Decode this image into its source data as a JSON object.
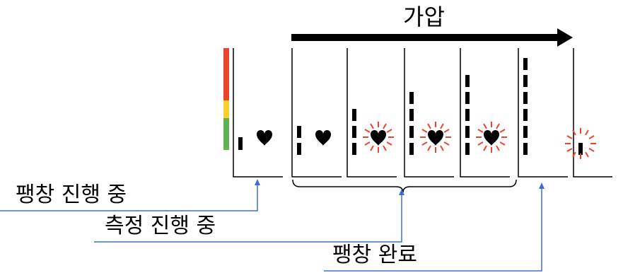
{
  "title": "가압",
  "labels": {
    "inflating": "팽창 진행 중",
    "measuring": "측정 진행 중",
    "inflated": "팽창 완료"
  },
  "colors": {
    "scale_red": "#e8452c",
    "scale_yellow": "#f7d22a",
    "scale_green": "#62b152",
    "pulse_red": "#e8452c",
    "leader_blue": "#3b6fd6",
    "ink": "#000000"
  },
  "panels": [
    {
      "bars": 1,
      "heart": "plain"
    },
    {
      "bars": 2,
      "heart": "plain"
    },
    {
      "bars": 3,
      "heart": "pulsing"
    },
    {
      "bars": 4,
      "heart": "pulsing"
    },
    {
      "bars": 5,
      "heart": "pulsing"
    },
    {
      "bars": 6,
      "heart": "none"
    },
    {
      "bars": 1,
      "heart": "pulsing-only"
    }
  ],
  "icons": [
    "arrow-right-icon",
    "heart-icon",
    "pulse-burst-icon",
    "brace-icon"
  ]
}
